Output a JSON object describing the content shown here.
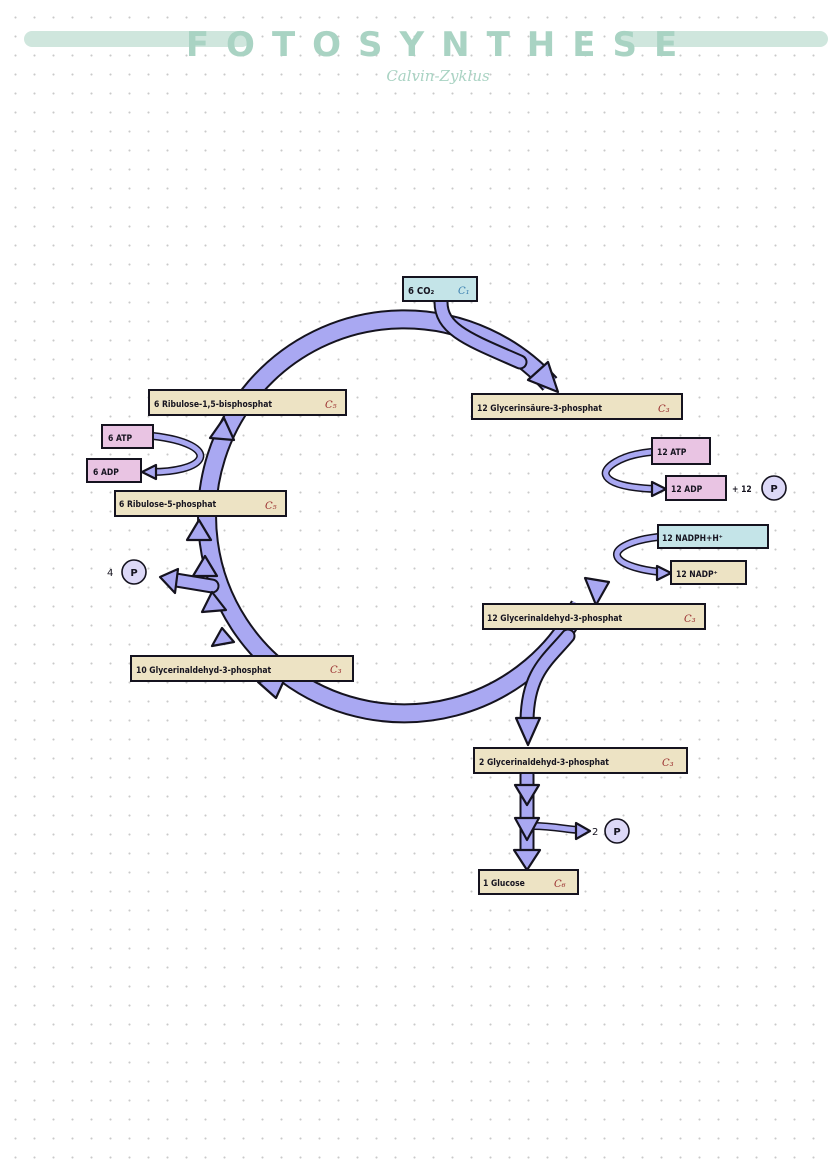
{
  "header": {
    "title": "FOTOSYNTHESE",
    "subtitle": "Calvin-Zyklus"
  },
  "nodes": {
    "co2": {
      "label": "6 CO₂",
      "cnum": "C₁"
    },
    "gs3p": {
      "label": "12 Glycerinsäure-3-phosphat",
      "cnum": "C₃"
    },
    "atp12": {
      "label": "12 ATP"
    },
    "adp12": {
      "label": "12 ADP"
    },
    "adp12_extra": "+ 12",
    "nadph": {
      "label": "12 NADPH+H⁺"
    },
    "nadp": {
      "label": "12 NADP⁺"
    },
    "gald12": {
      "label": "12 Glycerinaldehyd-3-phosphat",
      "cnum": "C₃"
    },
    "gald2": {
      "label": "2 Glycerinaldehyd-3-phosphat",
      "cnum": "C₃"
    },
    "pi2": "2",
    "glucose": {
      "label": "1 Glucose",
      "cnum": "C₆"
    },
    "gald10": {
      "label": "10 Glycerinaldehyd-3-phosphat",
      "cnum": "C₃"
    },
    "pi4": "4",
    "ru5p": {
      "label": "6 Ribulose-5-phosphat",
      "cnum": "C₅"
    },
    "atp6": {
      "label": "6 ATP"
    },
    "adp6": {
      "label": "6 ADP"
    },
    "rubp": {
      "label": "6 Ribulose-1,5-bisphosphat",
      "cnum": "C₅"
    }
  },
  "phosphate_symbol": "P",
  "colors": {
    "arrow": "#a9a8f2",
    "box_beige": "#ede3c4",
    "box_pink": "#e9c4e3",
    "box_blue": "#c4e4e8",
    "header_accent": "#a9d3c3",
    "phosphate_circle": "#dcd8f7"
  }
}
